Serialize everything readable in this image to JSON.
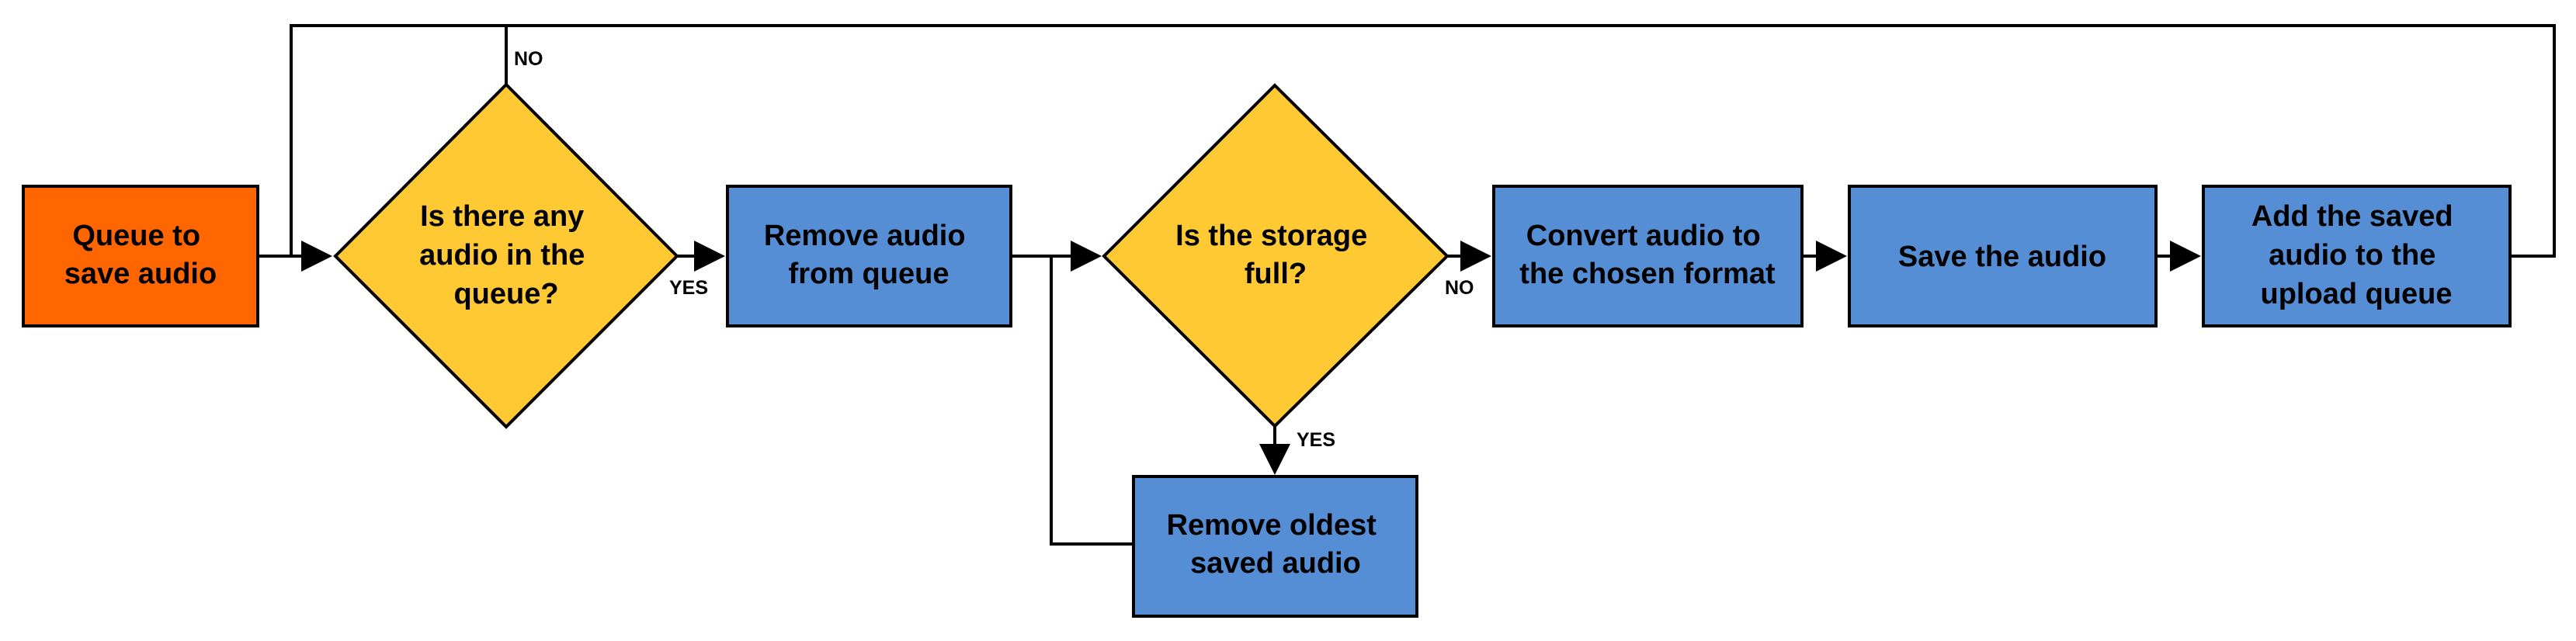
{
  "colors": {
    "start": "#FF6600",
    "process": "#558ED5",
    "decision": "#FFC933",
    "stroke": "#000000"
  },
  "nodes": {
    "queue_to_save": {
      "lines": [
        "Queue to",
        "save audio"
      ]
    },
    "decision_queue_empty": {
      "lines": [
        "Is there any",
        "audio in the",
        "queue?"
      ]
    },
    "remove_from_queue": {
      "lines": [
        "Remove audio",
        "from queue"
      ]
    },
    "decision_storage_full": {
      "lines": [
        "Is the storage",
        "full?"
      ]
    },
    "convert_audio": {
      "lines": [
        "Convert audio to",
        "the chosen format"
      ]
    },
    "save_audio": {
      "lines": [
        "Save the audio"
      ]
    },
    "add_to_upload": {
      "lines": [
        "Add the saved",
        "audio to the",
        "upload queue"
      ]
    },
    "remove_oldest": {
      "lines": [
        "Remove oldest",
        "saved audio"
      ]
    }
  },
  "edge_labels": {
    "queue_no": "NO",
    "queue_yes": "YES",
    "storage_no": "NO",
    "storage_yes": "YES"
  }
}
